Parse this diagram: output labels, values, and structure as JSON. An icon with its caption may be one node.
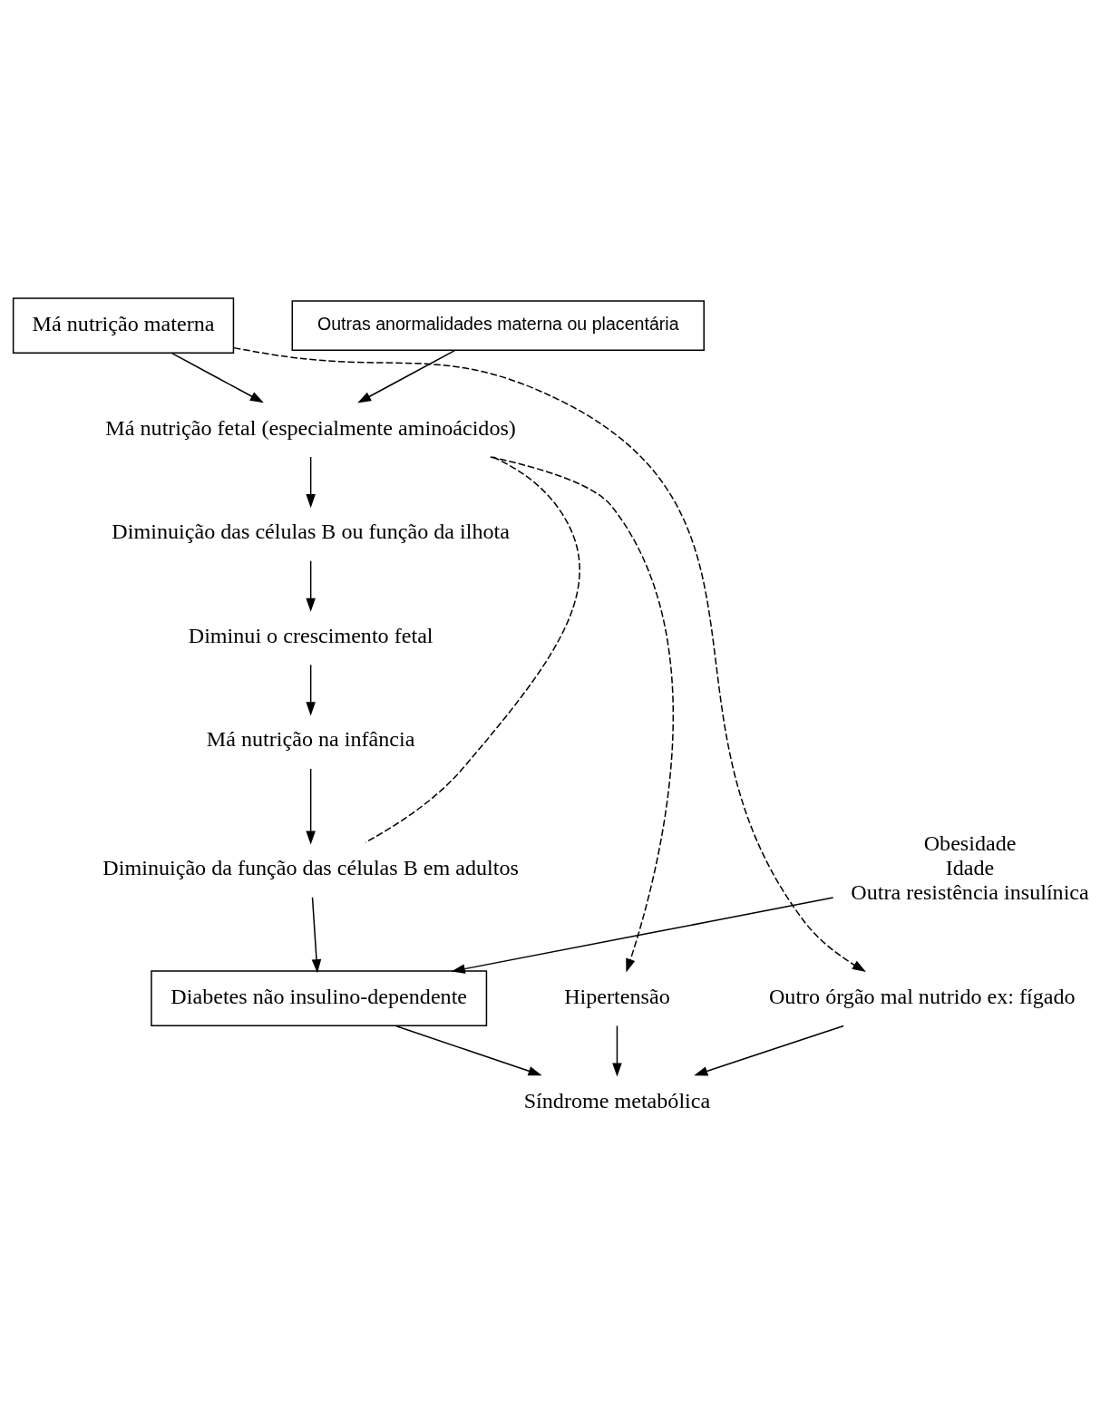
{
  "diagram": {
    "nodes": [
      {
        "text": [
          "Má nutrição materna"
        ]
      },
      {
        "text": [
          "Outras anormalidades materna ou placentária"
        ]
      },
      {
        "text": [
          "Má nutrição fetal (especialmente aminoácidos)"
        ]
      },
      {
        "text": [
          "Diminuição das células B ou função da ilhota"
        ]
      },
      {
        "text": [
          "Diminui o crescimento fetal"
        ]
      },
      {
        "text": [
          "Má nutrição na infância"
        ]
      },
      {
        "text": [
          "Diminuição da função das células B em adultos"
        ]
      },
      {
        "text": [
          "Obesidade",
          "Idade",
          "Outra resistência insulínica"
        ]
      },
      {
        "text": [
          "Diabetes não insulino-dependente"
        ]
      },
      {
        "text": [
          "Outro órgão mal nutrido ex: fígado"
        ]
      },
      {
        "text": [
          "Hipertensão"
        ]
      },
      {
        "text": [
          "Síndrome metabólica"
        ]
      }
    ],
    "edges": [
      {
        "from": 0,
        "to": 2,
        "arrow": "to"
      },
      {
        "from": 1,
        "to": 2,
        "arrow": "to"
      },
      {
        "from": 0,
        "to": 9,
        "arrow": "to",
        "style": "dashed"
      },
      {
        "from": 2,
        "to": 3,
        "arrow": "to"
      },
      {
        "from": 3,
        "to": 4,
        "arrow": "to"
      },
      {
        "from": 4,
        "to": 5,
        "arrow": "to"
      },
      {
        "from": 5,
        "to": 6,
        "arrow": "to"
      },
      {
        "from": 2,
        "to": 6,
        "arrow": "none",
        "style": "dashed"
      },
      {
        "from": 2,
        "to": 10,
        "arrow": "to",
        "style": "dashed"
      },
      {
        "from": 6,
        "to": 8,
        "arrow": "to"
      },
      {
        "from": 7,
        "to": 8,
        "arrow": "to"
      },
      {
        "from": 8,
        "to": 11,
        "arrow": "to"
      },
      {
        "from": 9,
        "to": 11,
        "arrow": "to"
      },
      {
        "from": 10,
        "to": 11,
        "arrow": "to"
      }
    ]
  }
}
